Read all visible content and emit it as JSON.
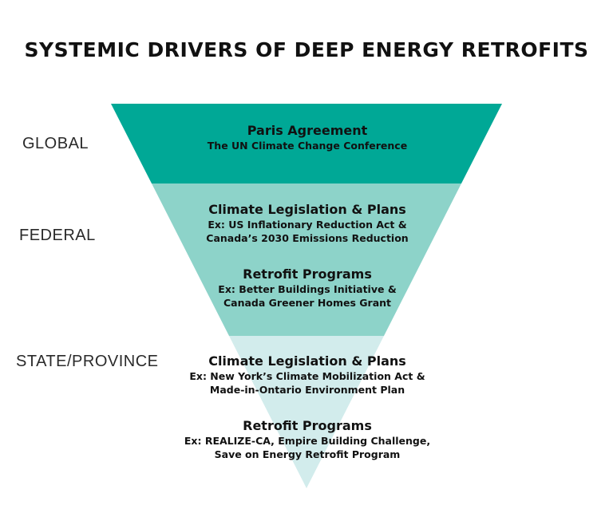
{
  "title": "SYSTEMIC DRIVERS OF DEEP ENERGY RETROFITS",
  "colors": {
    "global": "#00a896",
    "federal": "#8dd3c9",
    "state": "#d2ecec"
  },
  "levels": [
    {
      "label": "GLOBAL",
      "blocks": [
        {
          "heading": "Paris Agreement",
          "lines": [
            "The UN Climate Change Conference"
          ]
        }
      ]
    },
    {
      "label": "FEDERAL",
      "blocks": [
        {
          "heading": "Climate Legislation & Plans",
          "lines": [
            "Ex: US Inflationary Reduction Act &",
            "Canada’s 2030 Emissions Reduction"
          ]
        },
        {
          "heading": "Retrofit Programs",
          "lines": [
            "Ex: Better Buildings Initiative &",
            "Canada Greener Homes Grant"
          ]
        }
      ]
    },
    {
      "label": "STATE/PROVINCE",
      "blocks": [
        {
          "heading": "Climate Legislation & Plans",
          "lines": [
            "Ex: New York’s Climate Mobilization Act &",
            "Made-in-Ontario Environment Plan"
          ]
        },
        {
          "heading": "Retrofit Programs",
          "lines": [
            "Ex: REALIZE-CA, Empire Building Challenge,",
            "Save on Energy Retrofit Program"
          ]
        }
      ]
    }
  ]
}
